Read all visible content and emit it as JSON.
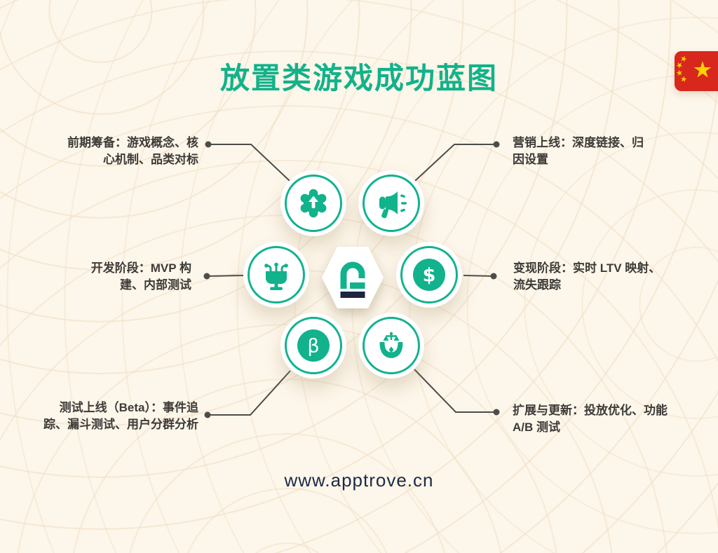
{
  "page": {
    "title": "放置类游戏成功蓝图",
    "website": "www.apptrove.cn"
  },
  "colors": {
    "background": "#fdf6ea",
    "accent_teal": "#12b28c",
    "title_green": "#12b28a",
    "label_text": "#3d3b38",
    "connector_gray": "#4c4c4c",
    "logo_navy": "#1c2440",
    "flag_red": "#d8271c",
    "flag_yellow": "#ffd200"
  },
  "center": {
    "icon": "apptrove-logo"
  },
  "flag": {
    "icon": "china-flag"
  },
  "nodes": [
    {
      "id": "preparation",
      "position": "top-left",
      "icon": "gear-upgrade-icon",
      "label": "前期筹备：游戏概念、核\n心机制、品类对标"
    },
    {
      "id": "marketing",
      "position": "top-right",
      "icon": "megaphone-icon",
      "label": "营销上线：深度链接、归\n因设置"
    },
    {
      "id": "development",
      "position": "mid-left",
      "icon": "dev-console-icon",
      "label": "开发阶段：MVP 构\n建、内部测试"
    },
    {
      "id": "monetization",
      "position": "mid-right",
      "icon": "dollar-circle-icon",
      "label": "变现阶段：实时 LTV 映射、\n流失跟踪"
    },
    {
      "id": "beta-testing",
      "position": "bottom-left",
      "icon": "beta-circle-icon",
      "label": "测试上线（Beta）：事件追\n踪、漏斗测试、用户分群分析"
    },
    {
      "id": "expansion",
      "position": "bottom-right",
      "icon": "hands-scale-icon",
      "label": "扩展与更新：投放优化、功能\nA/B 测试"
    }
  ]
}
